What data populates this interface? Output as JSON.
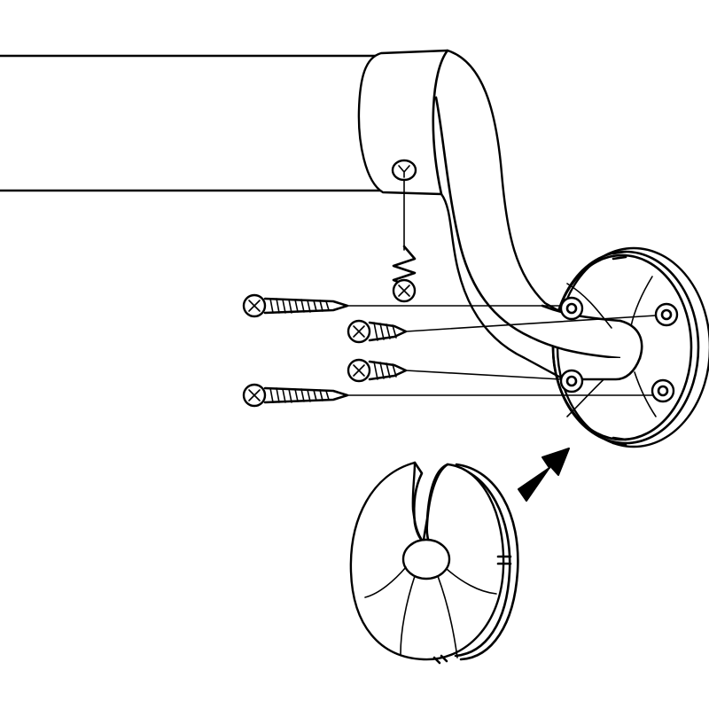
{
  "figure": {
    "background": "#ffffff",
    "ink": "#000000",
    "parts": [
      {
        "name": "towel-bar"
      },
      {
        "name": "post-bracket"
      },
      {
        "name": "mounting-flange"
      },
      {
        "name": "set-screw"
      },
      {
        "name": "wood-screw",
        "count": 2
      },
      {
        "name": "anchor-screw",
        "count": 2
      },
      {
        "name": "split-cover-plate"
      },
      {
        "name": "direction-arrow-icon"
      }
    ]
  }
}
